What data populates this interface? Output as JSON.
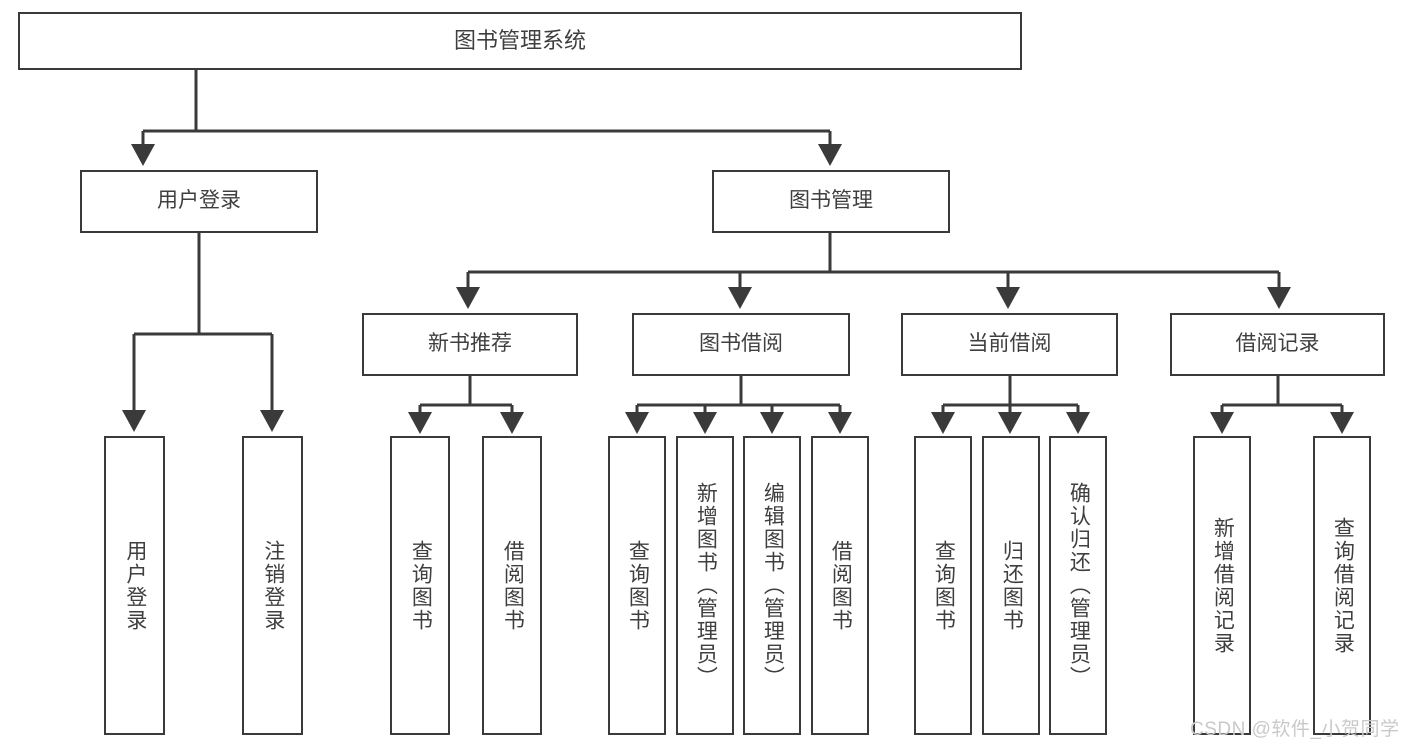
{
  "diagram": {
    "title": "图书管理系统",
    "type": "tree-hierarchy-chart",
    "colors": {
      "border": "#3a3a3a",
      "text": "#3f3f3f",
      "background": "#ffffff",
      "watermark": "#c9c9c9"
    },
    "root": {
      "label": "图书管理系统"
    },
    "level2": [
      {
        "id": "user-login",
        "label": "用户登录"
      },
      {
        "id": "book-management",
        "label": "图书管理"
      }
    ],
    "level3": [
      {
        "id": "new-book-recommend",
        "label": "新书推荐",
        "parent": "book-management"
      },
      {
        "id": "book-borrow",
        "label": "图书借阅",
        "parent": "book-management"
      },
      {
        "id": "current-borrow",
        "label": "当前借阅",
        "parent": "book-management"
      },
      {
        "id": "borrow-record",
        "label": "借阅记录",
        "parent": "book-management"
      }
    ],
    "leaves": {
      "user_login": [
        {
          "id": "leaf-user-login",
          "label": "用户登录"
        },
        {
          "id": "leaf-logout-login",
          "label": "注销登录"
        }
      ],
      "new_book_recommend": [
        {
          "id": "leaf-query-book-1",
          "label": "查询图书"
        },
        {
          "id": "leaf-borrow-book-1",
          "label": "借阅图书"
        }
      ],
      "book_borrow": [
        {
          "id": "leaf-query-book-2",
          "label": "查询图书"
        },
        {
          "id": "leaf-add-book",
          "label": "新增图书（管理员）"
        },
        {
          "id": "leaf-edit-book",
          "label": "编辑图书（管理员）"
        },
        {
          "id": "leaf-borrow-book-2",
          "label": "借阅图书"
        }
      ],
      "current_borrow": [
        {
          "id": "leaf-query-book-3",
          "label": "查询图书"
        },
        {
          "id": "leaf-return-book",
          "label": "归还图书"
        },
        {
          "id": "leaf-confirm-return",
          "label": "确认归还（管理员）"
        }
      ],
      "borrow_record": [
        {
          "id": "leaf-add-record",
          "label": "新增借阅记录"
        },
        {
          "id": "leaf-query-record",
          "label": "查询借阅记录"
        }
      ]
    },
    "watermark": "CSDN @软件_小贺同学"
  }
}
